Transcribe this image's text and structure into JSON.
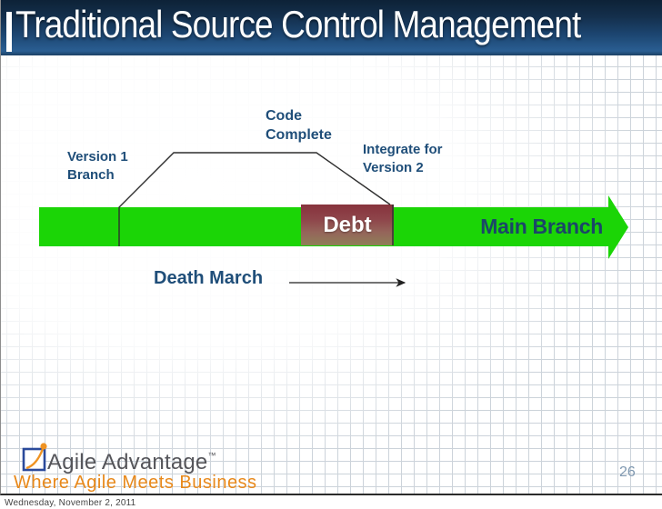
{
  "header": {
    "title": "Traditional Source Control Management"
  },
  "diagram": {
    "main_branch_label": "Main Branch",
    "debt_label": "Debt",
    "labels": {
      "version1": [
        "Version 1",
        "Branch"
      ],
      "code_complete": [
        "Code",
        "Complete"
      ],
      "integrate": [
        "Integrate for",
        "Version 2"
      ],
      "death_march": "Death March"
    },
    "colors": {
      "branch_green": "#1BD506",
      "debt_gradient_top": "#87333D",
      "debt_gradient_bottom": "#8F7F58",
      "label_blue": "#1F4E79",
      "header_navy_top": "#0D2237",
      "header_navy_bottom": "#2A5E92"
    }
  },
  "footer": {
    "brand": "Agile Advantage",
    "trademark": "™",
    "tagline": "Where Agile Meets Business",
    "page_number": "26",
    "logo_orange": "#EF9322",
    "logo_blue": "#2B4A9B"
  },
  "status_bar": {
    "date": "Wednesday, November 2, 2011"
  }
}
